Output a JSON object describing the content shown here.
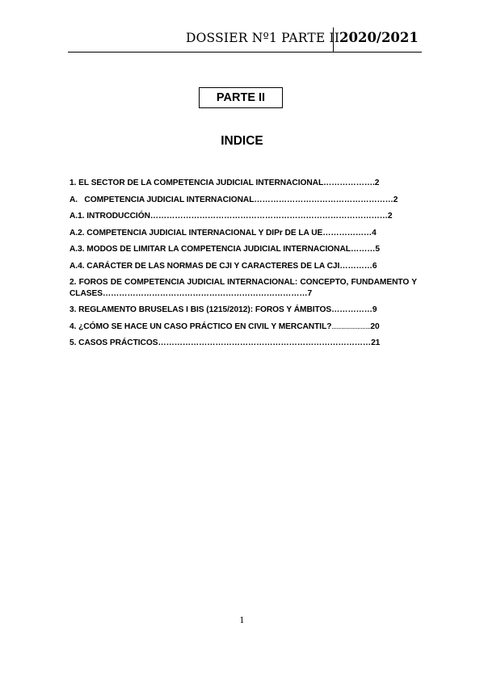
{
  "header": {
    "title": "DOSSIER Nº1 PARTE II",
    "year": "2020/2021"
  },
  "section_box": "PARTE II",
  "index_title": "INDICE",
  "toc": [
    {
      "text": "1. EL SECTOR DE LA COMPETENCIA JUDICIAL INTERNACIONAL",
      "dots": "……………….",
      "page": "2"
    },
    {
      "text": "A.   COMPETENCIA JUDICIAL INTERNACIONAL",
      "dots": "……………………………………………",
      "page": "2"
    },
    {
      "text": "A.1. INTRODUCCIÓN",
      "dots": "……………………………………………………………………………",
      "page": "2"
    },
    {
      "text": "A.2. COMPETENCIA JUDICIAL INTERNACIONAL Y DIPr DE LA UE",
      "dots": "………………",
      "page": "4"
    },
    {
      "text": "A.3. MODOS DE LIMITAR LA COMPETENCIA JUDICIAL INTERNACIONAL",
      "dots": "………",
      "page": "5"
    },
    {
      "text": "A.4. CARÁCTER DE LAS NORMAS DE CJI Y CARACTERES DE LA CJI",
      "dots": "…………",
      "page": "6"
    },
    {
      "text": "2.  FOROS  DE  COMPETENCIA  JUDICIAL  INTERNACIONAL:  CONCEPTO, FUNDAMENTO Y CLASES",
      "dots": "…………………………………………………………………",
      "page": "7"
    },
    {
      "text": "3. REGLAMENTO BRUSELAS I BIS (1215/2012): FOROS Y ÁMBITOS",
      "dots": "……………",
      "page": "9"
    },
    {
      "text": "4. ¿CÓMO SE HACE UN CASO PRÁCTICO EN CIVIL Y MERCANTIL?",
      "dots": "……………………",
      "page": "20"
    },
    {
      "text": "5. CASOS PRÁCTICOS",
      "dots": "……………………………………………………………………",
      "page": "21"
    }
  ],
  "page_number": "1"
}
